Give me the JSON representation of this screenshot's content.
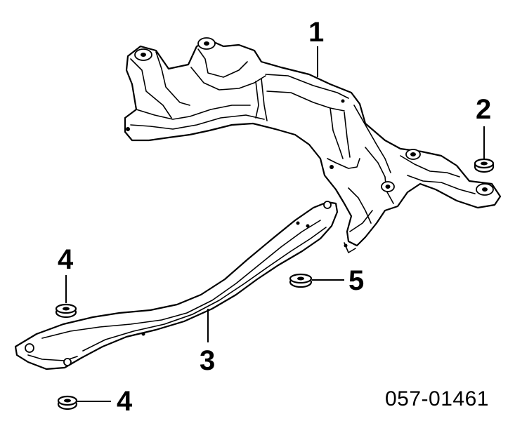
{
  "diagram": {
    "callouts": [
      {
        "id": "c1",
        "label": "1",
        "part": "front-crossmember"
      },
      {
        "id": "c2",
        "label": "2",
        "part": "nut-right"
      },
      {
        "id": "c3",
        "label": "3",
        "part": "stiffener-plate"
      },
      {
        "id": "c4a",
        "label": "4",
        "part": "nut-upper-left"
      },
      {
        "id": "c4b",
        "label": "4",
        "part": "nut-lower-left"
      },
      {
        "id": "c5",
        "label": "5",
        "part": "nut-center"
      }
    ],
    "drawing_code": "057-01461"
  }
}
